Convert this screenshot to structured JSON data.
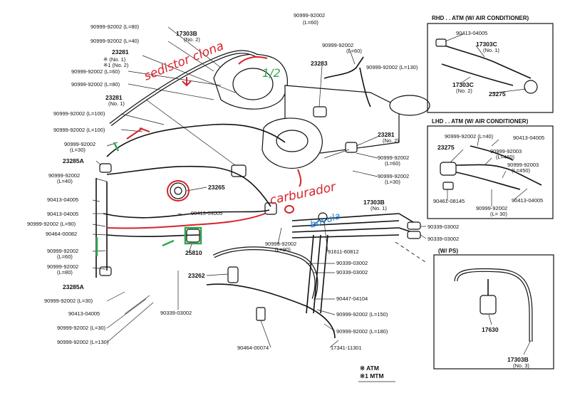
{
  "labels": {
    "l_90999_92002_l80_top": "90999-92002 (L=80)",
    "l_17303b_no2": "17303B",
    "l_17303b_no2_sub": "(No. 2)",
    "l_90999_92002_l60_top": "90999-92002",
    "l_90999_92002_l60_top_sub": "(L=60)",
    "l_90999_92002_l40": "90999-92002 (L=40)",
    "l_23281_top": "23281",
    "l_23281_top_sub1": "※ (No. 1)",
    "l_23281_top_sub2": "※1 (No. 2)",
    "l_90999_92002_l60_a": "90999-92002 (L=60)",
    "l_90999_92002_l80_a": "90999-92002 (L=80)",
    "l_23281_no1": "23281",
    "l_23281_no1_sub": "(No. 1)",
    "l_90999_92002_l100_a": "90999-92002 (L=100)",
    "l_90999_92002_l100_b": "90999-92002 (L=100)",
    "l_90999_92002_l30_a": "90999-92002",
    "l_90999_92002_l30_a_sub": "(L=30)",
    "l_23285a_top": "23285A",
    "l_90999_92002_l40_b": "90999-92002",
    "l_90999_92002_l40_b_sub": "(L=40)",
    "l_90413_04005_a": "90413-04005",
    "l_90413_04005_b": "90413-04005",
    "l_90999_92002_l90_a": "90999-92002 (L=90)",
    "l_90464_00082": "90464-00082",
    "l_90999_92002_l60_b": "90999-92002",
    "l_90999_92002_l60_b_sub": "(L=60)",
    "l_90999_92002_l80_b": "90999-92002",
    "l_90999_92002_l80_b_sub": "(L=80)",
    "l_23285a_bot": "23285A",
    "l_90999_92002_l30_b": "90999-92002 (L=30)",
    "l_90413_04005_c": "90413-04005",
    "l_90999_92002_l30_c": "90999-92002 (L=30)",
    "l_90999_92002_l130_a": "90999-92002 (L=130)",
    "l_23283": "23283",
    "l_90999_92002_l130_b": "90999-92002 (L=130)",
    "l_90999_92002_l60_mid": "90999-92002",
    "l_90999_92002_l60_mid_sub": "(L=60)",
    "l_23281_no2": "23281",
    "l_23281_no2_sub": "(No. 2)",
    "l_90999_92002_l60_c": "90999-92002",
    "l_90999_92002_l60_c_sub": "(L=60)",
    "l_90999_92002_l30_d": "90999-92002",
    "l_90999_92002_l30_d_sub": "(L=30)",
    "l_23265": "23265",
    "l_90413_04005_d": "90413-04005",
    "l_17303b_right": "17303B",
    "l_17303b_right_sub": "(No. 1)",
    "l_90339_03002_a": "90339-03002",
    "l_90339_03002_b": "90339-03002",
    "l_25810": "25810",
    "l_90999_92002_l90_b": "90999-92002",
    "l_90999_92002_l90_b_sub": "(L=90)",
    "l_91611_60812": "91611-60812",
    "l_90339_03002_c": "90339-03002",
    "l_90339_03002_d": "90339-03002",
    "l_23262": "23262",
    "l_90339_03002_e": "90339-03002",
    "l_90447_04104": "90447-04104",
    "l_90999_92002_l150": "90999-92002 (L=150)",
    "l_90999_92002_l180": "90999-92002 (L=180)",
    "l_90464_00074": "90464-00074",
    "l_17341_11301": "17341-11301"
  },
  "insets": {
    "rhd": {
      "header": "RHD . . ATM (W/ AIR CONDITIONER)",
      "p_90413_04005": "90413-04005",
      "p_17303c_no1": "17303C",
      "p_17303c_no1_sub": "(No. 1)",
      "p_17303c_no2": "17303C",
      "p_17303c_no2_sub": "(No. 2)",
      "p_23275": "23275"
    },
    "lhd": {
      "header": "LHD . . ATM (W/ AIR CONDITIONER)",
      "p_90999_92002_l40": "90999-92002 (L=40)",
      "p_90413_04005_a": "90413-04005",
      "p_23275": "23275",
      "p_90999_92003_a": "90999-92003",
      "p_90999_92003_a_sub": "(L=460)",
      "p_90999_92003_b": "90999-92003",
      "p_90999_92003_b_sub": "(L=450)",
      "p_90461_08145": "90461-08145",
      "p_90999_92002_l30": "90999-92002",
      "p_90999_92002_l30_sub": "(L= 30)",
      "p_90413_04005_b": "90413-04005"
    },
    "ps": {
      "header": "(W/ PS)",
      "p_17630": "17630",
      "p_17303b": "17303B",
      "p_17303b_sub": "(No. 3)"
    }
  },
  "legend": {
    "atm": "※   ATM",
    "mtm": "※1  MTM"
  },
  "annotations": {
    "sedistorclona": "sedistor clona",
    "carburador": "carburador",
    "bobina": "bovula",
    "marks_12": "1/2"
  },
  "colors": {
    "handwriting_red": "#d8232a",
    "handwriting_green": "#2fa84f",
    "handwriting_blue": "#1e7fd6"
  }
}
